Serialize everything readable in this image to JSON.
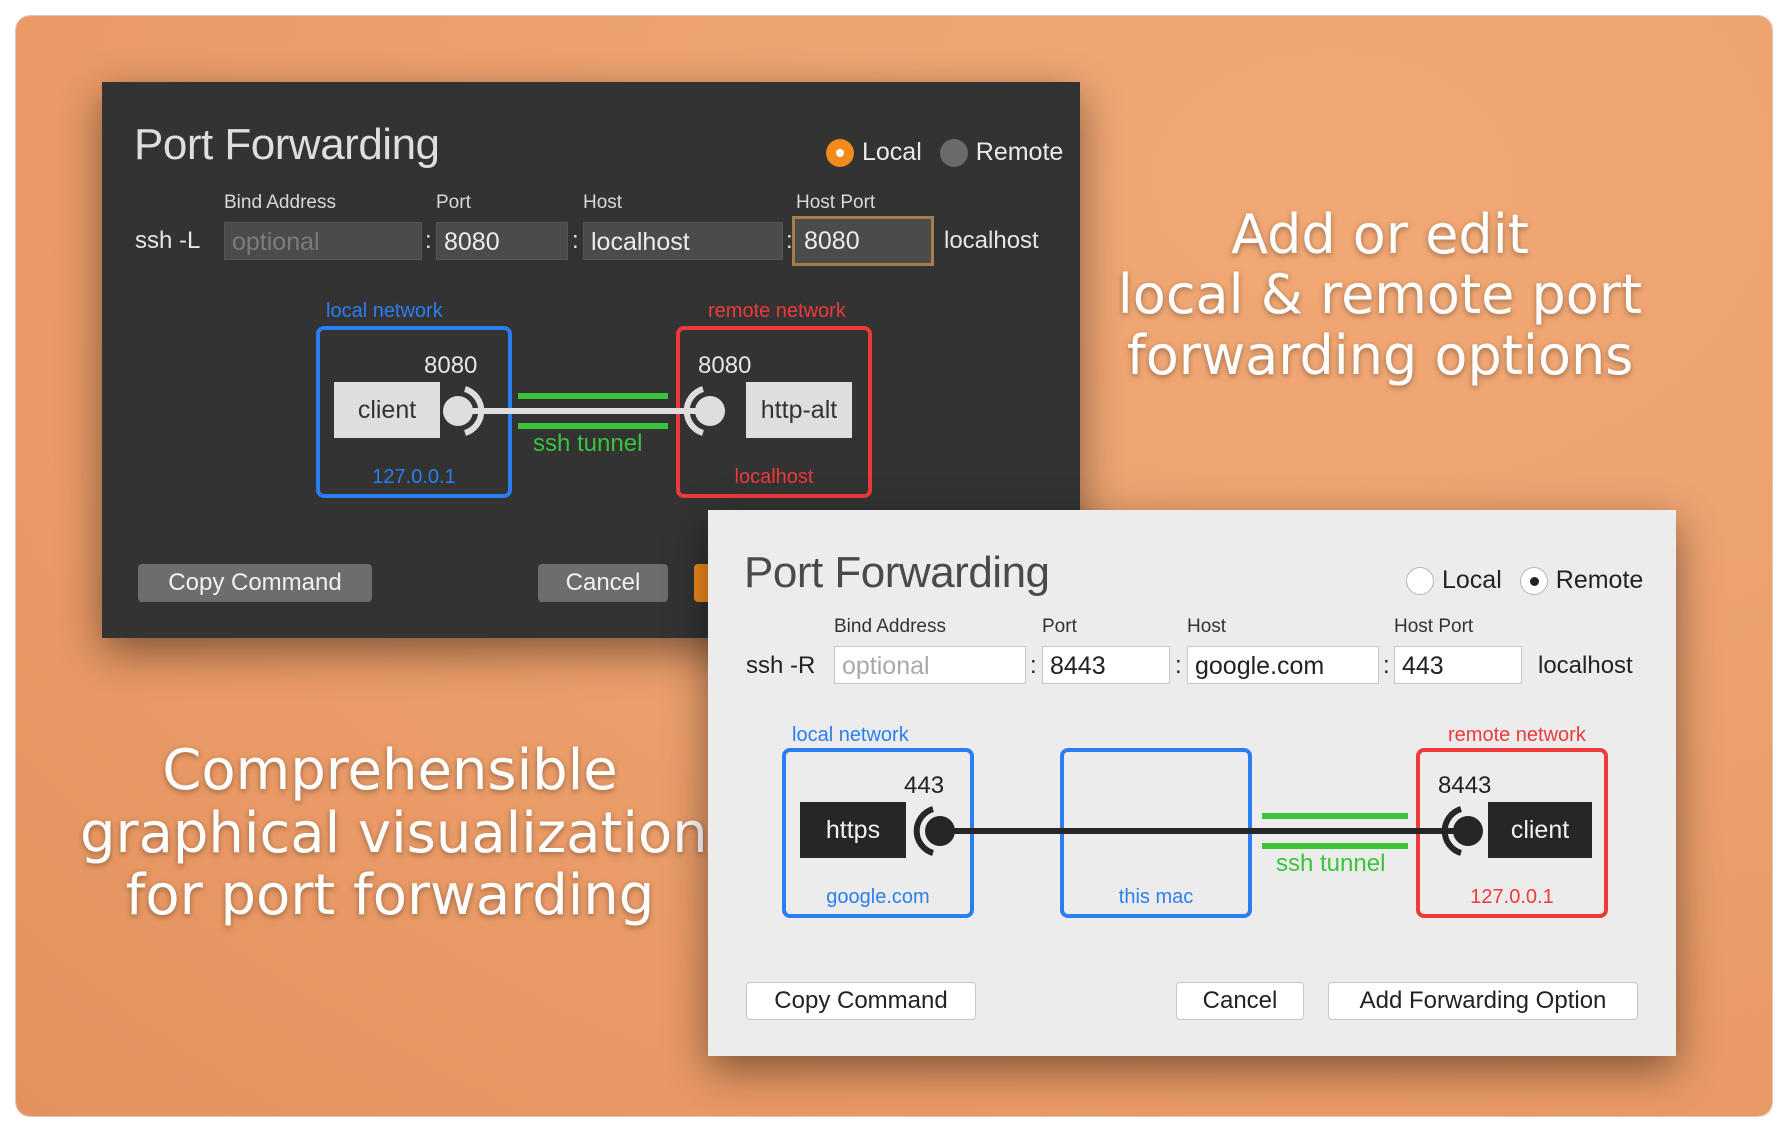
{
  "promo": {
    "top_lines": [
      "Add or edit",
      "local & remote port",
      "forwarding options"
    ],
    "bottom_lines": [
      "Comprehensible",
      "graphical visualization",
      "for port forwarding"
    ]
  },
  "dark_dialog": {
    "title": "Port Forwarding",
    "mode_local": "Local",
    "mode_remote": "Remote",
    "selected_mode": "Local",
    "command": "ssh -L",
    "labels": {
      "bind_address": "Bind Address",
      "port": "Port",
      "host": "Host",
      "host_port": "Host Port"
    },
    "bind_address_placeholder": "optional",
    "port_value": "8080",
    "host_value": "localhost",
    "host_port_value": "8080",
    "trailing_host": "localhost",
    "colon": ":",
    "diagram": {
      "local_label": "local network",
      "remote_label": "remote network",
      "left_node": "client",
      "left_port": "8080",
      "left_ip": "127.0.0.1",
      "tunnel_label": "ssh tunnel",
      "right_port": "8080",
      "right_node": "http-alt",
      "right_ip": "localhost"
    },
    "copy_button": "Copy Command",
    "cancel_button": "Cancel"
  },
  "light_dialog": {
    "title": "Port Forwarding",
    "mode_local": "Local",
    "mode_remote": "Remote",
    "selected_mode": "Remote",
    "command": "ssh -R",
    "labels": {
      "bind_address": "Bind Address",
      "port": "Port",
      "host": "Host",
      "host_port": "Host Port"
    },
    "bind_address_placeholder": "optional",
    "port_value": "8443",
    "host_value": "google.com",
    "host_port_value": "443",
    "trailing_host": "localhost",
    "colon": ":",
    "diagram": {
      "local_label": "local network",
      "remote_label": "remote network",
      "left_node": "https",
      "left_port": "443",
      "left_ip": "google.com",
      "middle_label": "this mac",
      "tunnel_label": "ssh tunnel",
      "right_port": "8443",
      "right_node": "client",
      "right_ip": "127.0.0.1"
    },
    "copy_button": "Copy Command",
    "cancel_button": "Cancel",
    "add_button": "Add Forwarding Option"
  },
  "colors": {
    "accent_orange": "#f38a1c",
    "local_blue": "#2a7ef0",
    "remote_red": "#ef3a3a",
    "tunnel_green": "#3ac43a"
  }
}
